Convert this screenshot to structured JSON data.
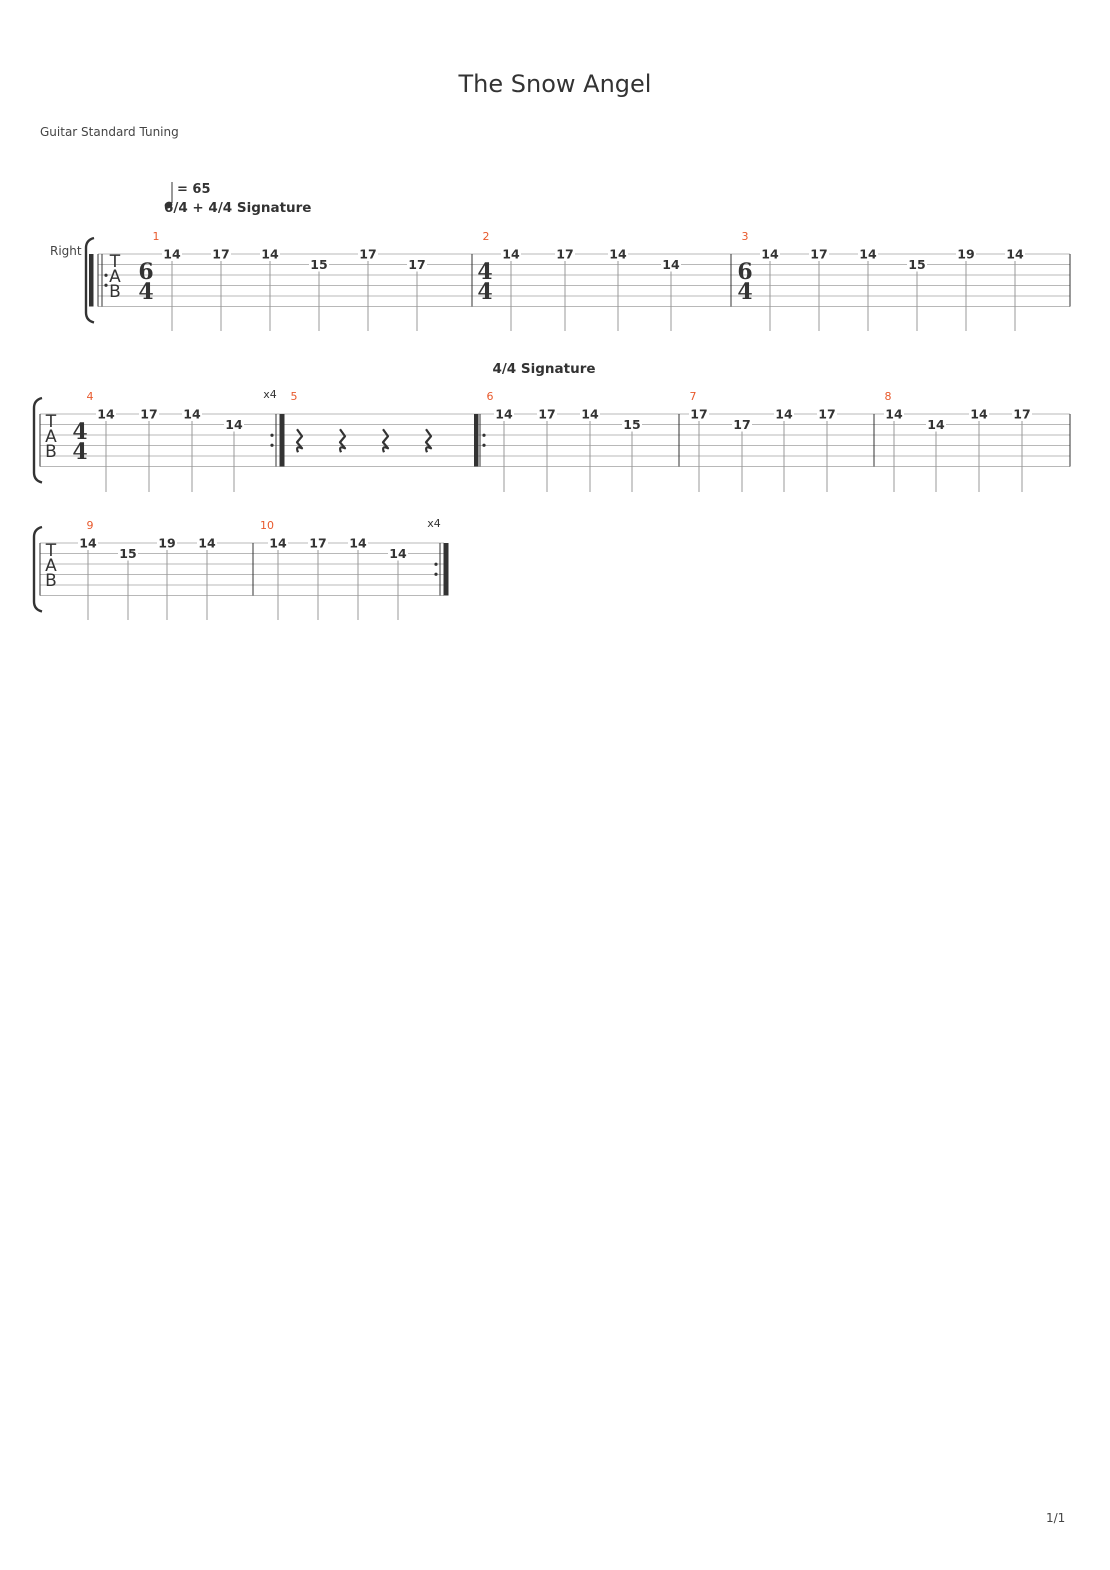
{
  "title": "The Snow Angel",
  "tuning": "Guitar Standard Tuning",
  "page_number": "1/1",
  "colors": {
    "ink": "#333333",
    "staff_line": "#b8b8b8",
    "measure_number": "#e8592c"
  },
  "tempo": {
    "note_icon": "quarter-note-icon",
    "value": "= 65"
  },
  "track_name": "Right",
  "tab_clef": [
    "T",
    "A",
    "B"
  ],
  "systems": [
    {
      "annotations": [
        "6/4 + 4/4 Signature"
      ],
      "measures": [
        {
          "number": "1",
          "time_signature": [
            "6",
            "4"
          ],
          "repeat_start": true,
          "repeat_end": false,
          "repeat_count": "",
          "notes": [
            {
              "string": 1,
              "fret": "14"
            },
            {
              "string": 1,
              "fret": "17"
            },
            {
              "string": 1,
              "fret": "14"
            },
            {
              "string": 2,
              "fret": "15"
            },
            {
              "string": 1,
              "fret": "17"
            },
            {
              "string": 2,
              "fret": "17"
            }
          ]
        },
        {
          "number": "2",
          "time_signature": [
            "4",
            "4"
          ],
          "repeat_start": false,
          "repeat_end": false,
          "repeat_count": "",
          "notes": [
            {
              "string": 1,
              "fret": "14"
            },
            {
              "string": 1,
              "fret": "17"
            },
            {
              "string": 1,
              "fret": "14"
            },
            {
              "string": 2,
              "fret": "14"
            }
          ]
        },
        {
          "number": "3",
          "time_signature": [
            "6",
            "4"
          ],
          "repeat_start": false,
          "repeat_end": false,
          "repeat_count": "",
          "notes": [
            {
              "string": 1,
              "fret": "14"
            },
            {
              "string": 1,
              "fret": "17"
            },
            {
              "string": 1,
              "fret": "14"
            },
            {
              "string": 2,
              "fret": "15"
            },
            {
              "string": 1,
              "fret": "19"
            },
            {
              "string": 1,
              "fret": "14"
            }
          ]
        }
      ]
    },
    {
      "annotations": [
        "4/4 Signature"
      ],
      "measures": [
        {
          "number": "4",
          "time_signature": [
            "4",
            "4"
          ],
          "repeat_start": false,
          "repeat_end": true,
          "repeat_count": "x4",
          "notes": [
            {
              "string": 1,
              "fret": "14"
            },
            {
              "string": 1,
              "fret": "17"
            },
            {
              "string": 1,
              "fret": "14"
            },
            {
              "string": 2,
              "fret": "14"
            }
          ]
        },
        {
          "number": "5",
          "time_signature": null,
          "repeat_start": false,
          "repeat_end": false,
          "repeat_count": "",
          "rests": 4,
          "notes": []
        },
        {
          "number": "6",
          "time_signature": null,
          "repeat_start": true,
          "repeat_end": false,
          "repeat_count": "",
          "notes": [
            {
              "string": 1,
              "fret": "14"
            },
            {
              "string": 1,
              "fret": "17"
            },
            {
              "string": 1,
              "fret": "14"
            },
            {
              "string": 2,
              "fret": "15"
            }
          ]
        },
        {
          "number": "7",
          "time_signature": null,
          "repeat_start": false,
          "repeat_end": false,
          "repeat_count": "",
          "notes": [
            {
              "string": 1,
              "fret": "17"
            },
            {
              "string": 2,
              "fret": "17"
            },
            {
              "string": 1,
              "fret": "14"
            },
            {
              "string": 1,
              "fret": "17"
            }
          ]
        },
        {
          "number": "8",
          "time_signature": null,
          "repeat_start": false,
          "repeat_end": false,
          "repeat_count": "",
          "notes": [
            {
              "string": 1,
              "fret": "14"
            },
            {
              "string": 2,
              "fret": "14"
            },
            {
              "string": 1,
              "fret": "14"
            },
            {
              "string": 1,
              "fret": "17"
            }
          ]
        }
      ]
    },
    {
      "annotations": [],
      "measures": [
        {
          "number": "9",
          "time_signature": null,
          "repeat_start": false,
          "repeat_end": false,
          "repeat_count": "",
          "notes": [
            {
              "string": 1,
              "fret": "14"
            },
            {
              "string": 2,
              "fret": "15"
            },
            {
              "string": 1,
              "fret": "19"
            },
            {
              "string": 1,
              "fret": "14"
            }
          ]
        },
        {
          "number": "10",
          "time_signature": null,
          "repeat_start": false,
          "repeat_end": true,
          "repeat_count": "x4",
          "notes": [
            {
              "string": 1,
              "fret": "14"
            },
            {
              "string": 1,
              "fret": "17"
            },
            {
              "string": 1,
              "fret": "14"
            },
            {
              "string": 2,
              "fret": "14"
            }
          ]
        }
      ]
    }
  ]
}
